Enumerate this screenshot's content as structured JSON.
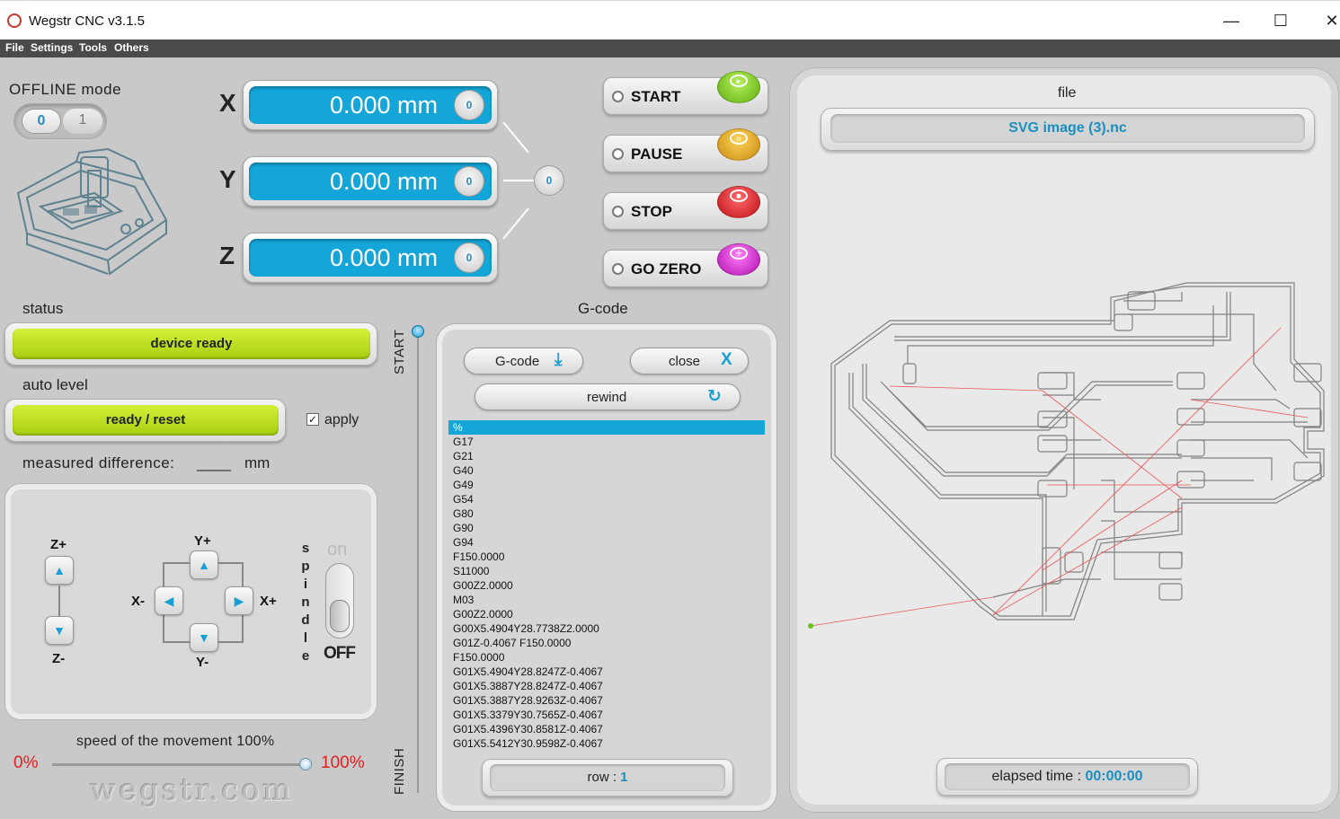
{
  "window": {
    "title": "Wegstr CNC  v3.1.5",
    "minimize": "—",
    "maximize": "☐",
    "close": "✕"
  },
  "menu": [
    "File",
    "Settings",
    "Tools",
    "Others"
  ],
  "mode": {
    "label": "OFFLINE mode",
    "toggle_off": "0",
    "toggle_on": "1"
  },
  "axes": [
    {
      "letter": "X",
      "value": "0.000 mm",
      "zero": "0"
    },
    {
      "letter": "Y",
      "value": "0.000 mm",
      "zero": "0"
    },
    {
      "letter": "Z",
      "value": "0.000 mm",
      "zero": "0"
    }
  ],
  "all_zero": "0",
  "controls": [
    {
      "label": "START",
      "color": "#7ccf1e"
    },
    {
      "label": "PAUSE",
      "color": "#e7a91c"
    },
    {
      "label": "STOP",
      "color": "#e0242a"
    },
    {
      "label": "GO ZERO",
      "color": "#d91fd6"
    }
  ],
  "status": {
    "label": "status",
    "value": "device ready"
  },
  "auto_level": {
    "label": "auto level",
    "button": "ready / reset",
    "apply_label": "apply",
    "apply_checked": true,
    "measured_label": "measured difference:",
    "measured_value": "____",
    "measured_unit": "mm"
  },
  "jog": {
    "z_plus": "Z+",
    "z_minus": "Z-",
    "y_plus": "Y+",
    "y_minus": "Y-",
    "x_plus": "X+",
    "x_minus": "X-",
    "spindle_label": [
      "s",
      "p",
      "i",
      "n",
      "d",
      "l",
      "e"
    ],
    "spindle_on": "on",
    "spindle_off": "OFF"
  },
  "speed": {
    "label": "speed of the movement 100%",
    "min": "0%",
    "max": "100%",
    "value_percent": 100
  },
  "brand": "wegstr.com",
  "progress": {
    "start": "START",
    "finish": "FINISH"
  },
  "gcode": {
    "title": "G-code",
    "open_button": "G-code",
    "close_button": "close",
    "rewind_button": "rewind",
    "lines": [
      "%",
      "G17",
      "G21",
      "G40",
      "G49",
      "G54",
      "G80",
      "G90",
      "G94",
      "F150.0000",
      "S11000",
      "G00Z2.0000",
      "M03",
      "G00Z2.0000",
      "G00X5.4904Y28.7738Z2.0000",
      "G01Z-0.4067 F150.0000",
      "F150.0000",
      "G01X5.4904Y28.8247Z-0.4067",
      "G01X5.3887Y28.8247Z-0.4067",
      "G01X5.3887Y28.9263Z-0.4067",
      "G01X5.3379Y30.7565Z-0.4067",
      "G01X5.4396Y30.8581Z-0.4067",
      "G01X5.5412Y30.9598Z-0.4067"
    ],
    "selected_index": 0,
    "row_label": "row :",
    "row_value": "1"
  },
  "preview": {
    "file_label": "file",
    "file_name": "SVG image (3).nc",
    "elapsed_label": "elapsed time :",
    "elapsed_value": "00:00:00"
  }
}
